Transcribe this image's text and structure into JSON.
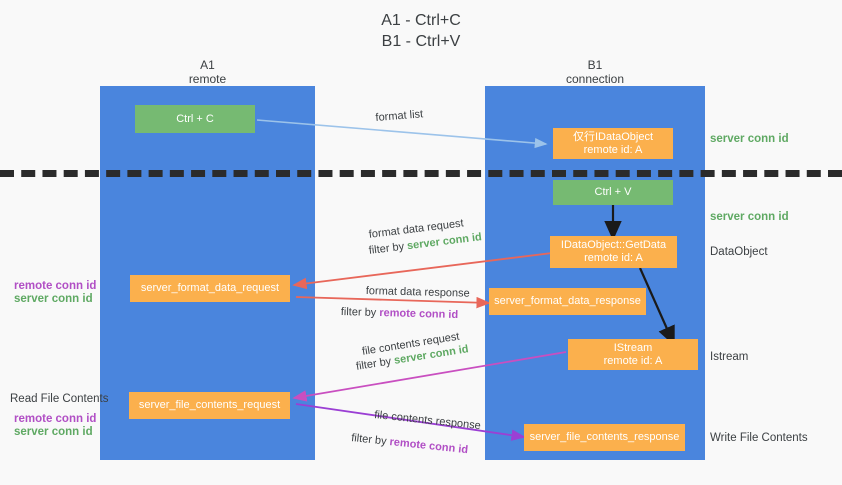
{
  "title": {
    "line1": "A1 - Ctrl+C",
    "line2": "B1 - Ctrl+V"
  },
  "columns": {
    "a1": {
      "name": "A1",
      "role": "remote"
    },
    "b1": {
      "name": "B1",
      "role": "connection"
    }
  },
  "boxes": {
    "ctrl_c": "Ctrl + C",
    "ctrl_v": "Ctrl + V",
    "idataobject_top_l1": "仅行IDataObject",
    "idataobject_top_l2": "remote id: A",
    "getdata_l1": "IDataObject::GetData",
    "getdata_l2": "remote id: A",
    "istream_l1": "IStream",
    "istream_l2": "remote id: A",
    "server_format_data_request": "server_format_data_request",
    "server_format_data_response": "server_format_data_response",
    "server_file_contents_request": "server_file_contents_request",
    "server_file_contents_response": "server_file_contents_response"
  },
  "right_labels": {
    "server_conn_id_1": "server conn id",
    "server_conn_id_2": "server conn id",
    "dataobject": "DataObject",
    "istream": "Istream",
    "write_file_contents": "Write File Contents"
  },
  "left_labels": {
    "remote_conn_id_1": "remote conn id",
    "server_conn_id_1": "server conn id",
    "read_file_contents": "Read File Contents",
    "remote_conn_id_2": "remote conn id",
    "server_conn_id_2": "server conn id"
  },
  "edges": {
    "format_list": "format list",
    "format_data_request": "format data request",
    "format_data_request_filter_prefix": "filter by ",
    "format_data_request_filter_value": "server conn id",
    "format_data_response": "format data response",
    "format_data_response_filter_prefix": "filter by ",
    "format_data_response_filter_value": "remote conn id",
    "file_contents_request": "file contents request",
    "file_contents_request_filter_prefix": "filter by ",
    "file_contents_request_filter_value": "server conn id",
    "file_contents_response": "file contents response",
    "file_contents_response_filter_prefix": "filter by ",
    "file_contents_response_filter_value": "remote conn id"
  },
  "colors": {
    "lane_blue": "#4a85dd",
    "box_green": "#76ba72",
    "box_orange": "#fbb04d",
    "label_green": "#5fa963",
    "label_purple": "#b14fc5",
    "arrow_lightblue": "#9cc3ea",
    "arrow_red": "#e8675a",
    "arrow_magenta": "#c94fc0",
    "arrow_purple": "#9b3fd4",
    "arrow_black": "#1a1a1a",
    "background": "#f9f9f9"
  }
}
